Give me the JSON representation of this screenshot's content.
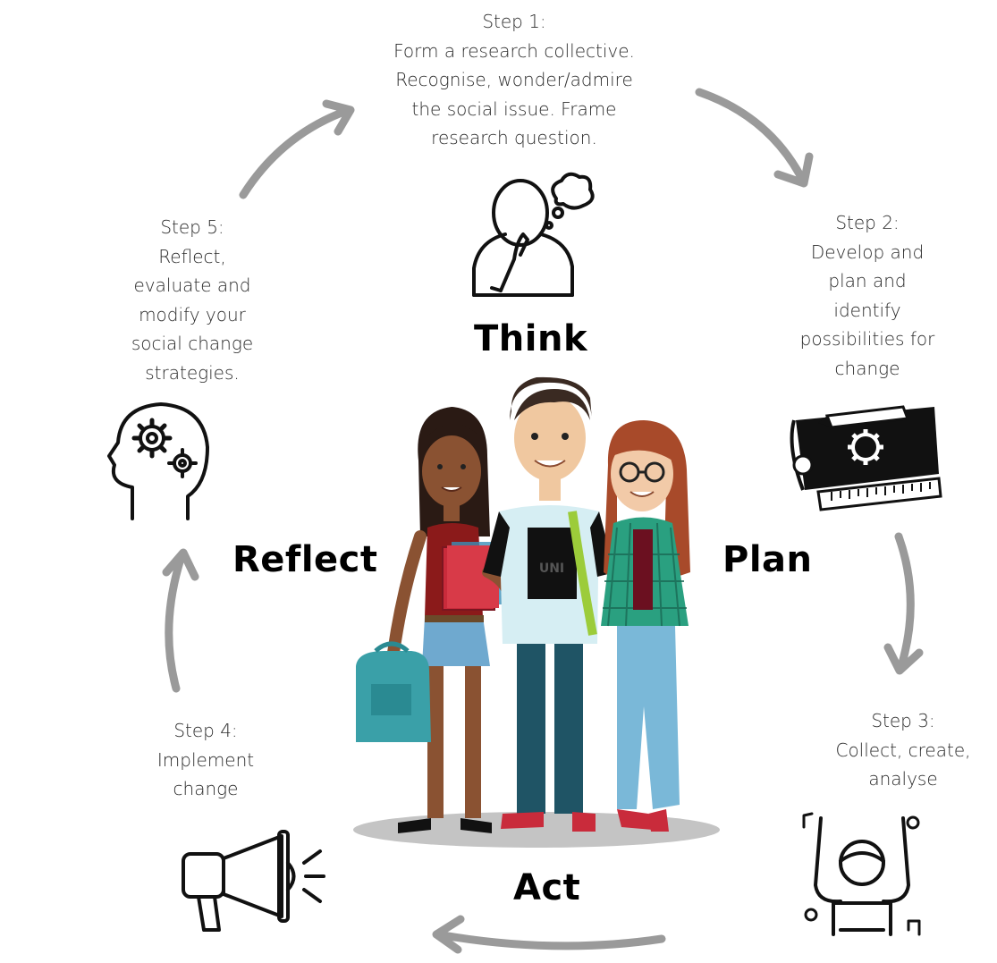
{
  "steps": [
    {
      "lines": [
        "Step 1:",
        "Form a research collective.",
        "Recognise, wonder/admire",
        "the social issue. Frame",
        "research question."
      ]
    },
    {
      "lines": [
        "Step 2:",
        "Develop and",
        "plan and",
        "identify",
        "possibilities for",
        "change"
      ]
    },
    {
      "lines": [
        "Step 3:",
        "Collect, create,",
        "analyse"
      ]
    },
    {
      "lines": [
        "Step 4:",
        "Implement",
        "change"
      ]
    },
    {
      "lines": [
        "Step 5:",
        "Reflect,",
        "evaluate and",
        "modify your",
        "social change",
        "strategies."
      ]
    }
  ],
  "stages": {
    "think": "Think",
    "plan": "Plan",
    "act": "Act",
    "reflect": "Reflect"
  },
  "icons": {
    "think": "thinking-person-icon",
    "plan": "blueprint-gear-icon",
    "act_collect": "celebrating-person-icon",
    "implement": "megaphone-icon",
    "reflect": "head-gears-icon"
  },
  "colors": {
    "arrow": "#9a9a9a",
    "text": "#2b2b2b",
    "label": "#000000"
  }
}
